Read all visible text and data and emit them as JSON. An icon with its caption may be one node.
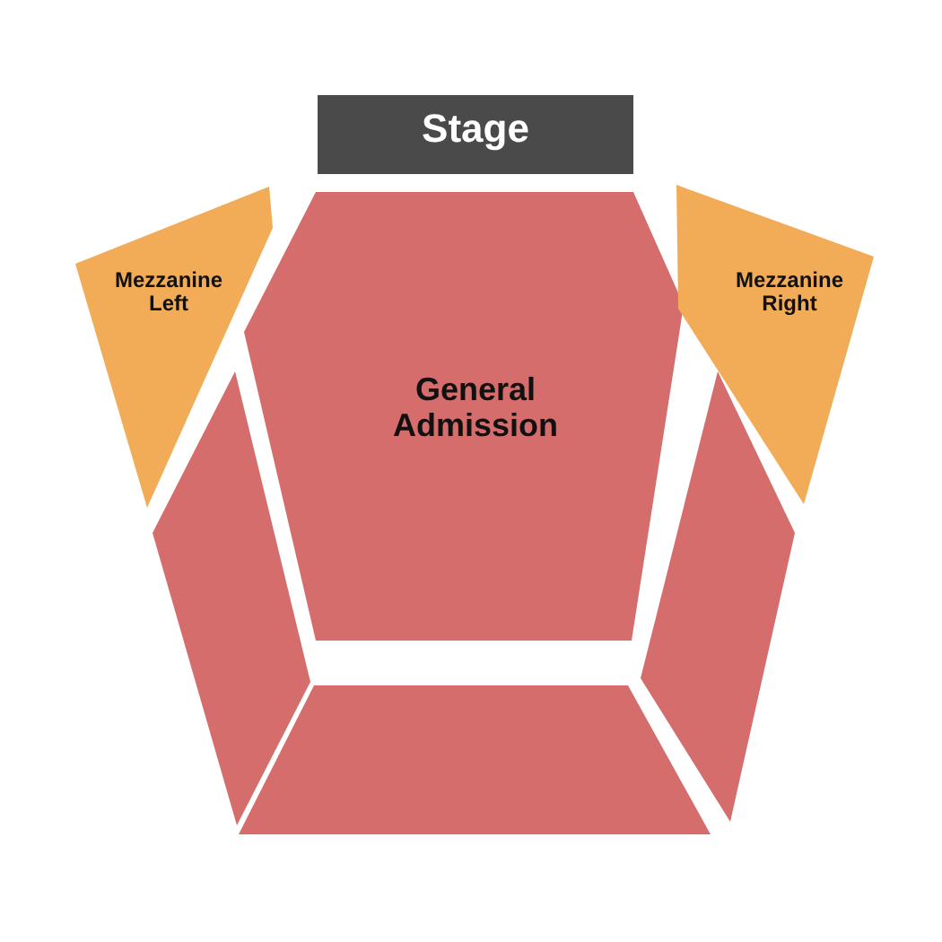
{
  "diagram": {
    "nodes": [
      {
        "text": [
          "Stage"
        ]
      },
      {
        "text": [
          "Mezzanine Left"
        ]
      },
      {
        "text": [
          "General Admission"
        ]
      },
      {
        "text": [
          "Mezzanine Right"
        ]
      },
      {
        "text": [],
        "shape": "polygon"
      },
      {
        "text": [],
        "shape": "polygon"
      },
      {
        "text": [],
        "shape": "polygon"
      }
    ]
  }
}
